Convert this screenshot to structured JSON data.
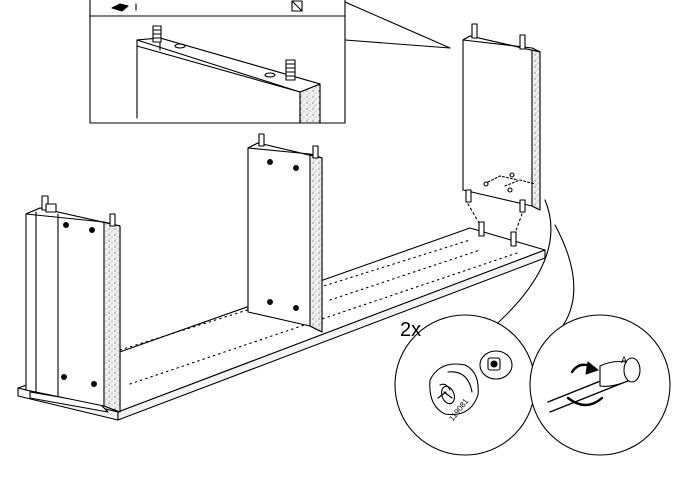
{
  "instruction": {
    "quantity_label": "2x",
    "part_number": "119081",
    "cam_mark": "A"
  },
  "colors": {
    "line": "#000000",
    "background": "#ffffff",
    "particleboard_edge": "#eeeeee"
  },
  "icons": [
    "cam-lock-icon",
    "screwdriver-icon",
    "rotation-arrow-icon",
    "dowel-icon"
  ]
}
